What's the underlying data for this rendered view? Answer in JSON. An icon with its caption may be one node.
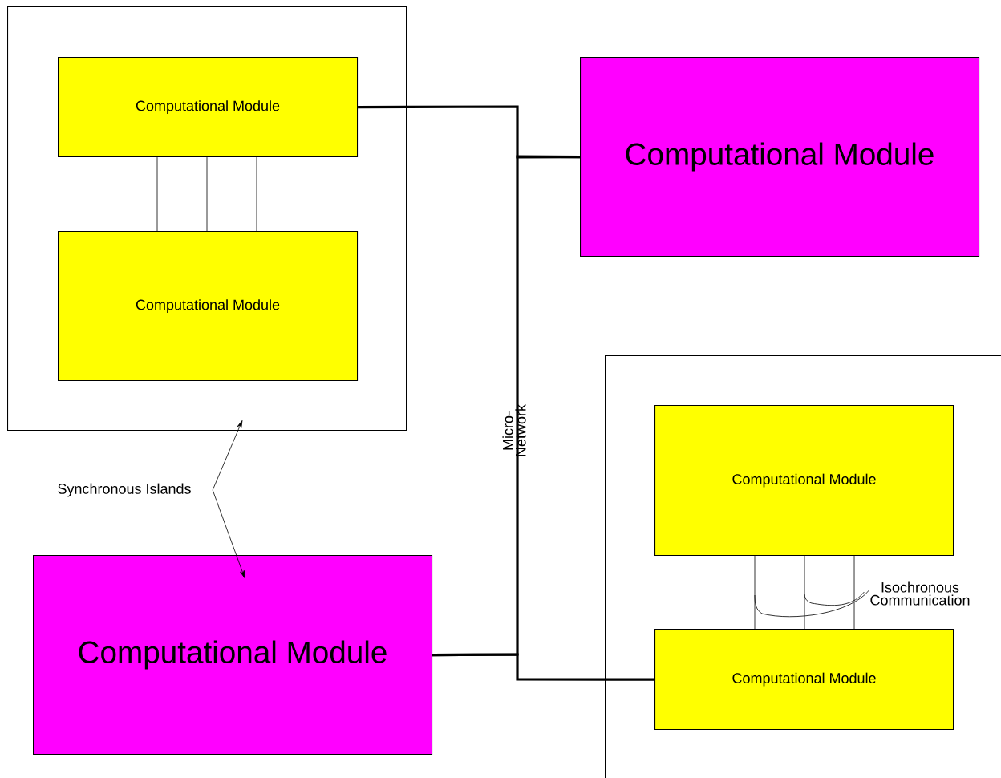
{
  "diagram": {
    "nodes": [
      {
        "text": [],
        "shape": "box"
      },
      {
        "text": [
          "Computational Module"
        ],
        "in": 0
      },
      {
        "text": [
          "Computational Module"
        ],
        "in": 0
      },
      {
        "text": [
          "Computational Module"
        ]
      },
      {
        "text": [],
        "shape": "box"
      },
      {
        "text": [
          "Computational Module"
        ],
        "in": 4
      },
      {
        "text": [
          "Computational Module"
        ],
        "in": 4
      },
      {
        "text": [
          "Computational Module"
        ]
      },
      {
        "text": [
          "Synchronous Islands"
        ]
      },
      {
        "text": [
          "Isochronous Communication"
        ],
        "in": 4
      }
    ],
    "edges": [
      {
        "from": 1,
        "to": 3,
        "arrow": "none",
        "style": "thick"
      },
      {
        "from": 3,
        "to": 7,
        "arrow": "none",
        "style": "thick"
      },
      {
        "from": 7,
        "to": 6,
        "arrow": "none",
        "style": "thick"
      },
      {
        "from": 1,
        "to": 2,
        "arrow": "none"
      },
      {
        "from": 1,
        "to": 2,
        "arrow": "none"
      },
      {
        "from": 1,
        "to": 2,
        "arrow": "none"
      },
      {
        "from": 5,
        "to": 6,
        "arrow": "none"
      },
      {
        "from": 5,
        "to": 6,
        "arrow": "none"
      },
      {
        "from": 5,
        "to": 6,
        "arrow": "none"
      },
      {
        "from": 8,
        "to": 0,
        "arrow": "to"
      },
      {
        "from": 8,
        "to": 7,
        "arrow": "to"
      },
      {
        "from": 9,
        "to": null,
        "arrow": "none"
      },
      {
        "from": 9,
        "to": null,
        "arrow": "none"
      }
    ],
    "labels": [
      "Micro- Network"
    ]
  }
}
